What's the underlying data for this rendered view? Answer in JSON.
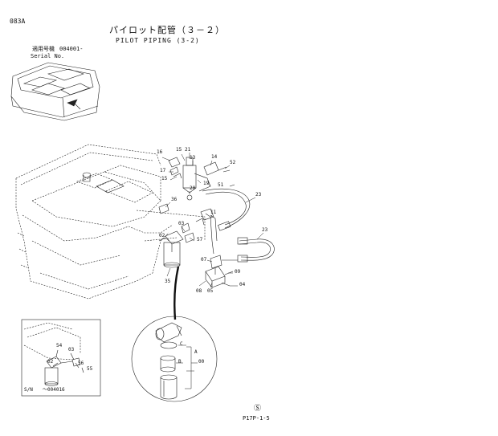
{
  "header": {
    "code": "083A",
    "title_jp": "パイロット配管（３－２）",
    "title_en": "PILOT PIPING (3-2)",
    "serial_label_jp": "適用号機",
    "serial_value": "004001-",
    "serial_label_en": "Serial No."
  },
  "callouts": {
    "c16": "16",
    "c15a": "15",
    "c21": "21",
    "c13": "13",
    "c14": "14",
    "c17": "17",
    "c15b": "15",
    "c52": "52",
    "c51": "51",
    "c19": "19",
    "c20": "20",
    "c23a": "23",
    "c36": "36",
    "c11": "11",
    "c03": "03",
    "c02": "02",
    "c57": "57",
    "c23b": "23",
    "c07": "07",
    "c09": "09",
    "c04": "04",
    "c35": "35",
    "c08": "08",
    "c05": "05",
    "cC": "C",
    "cA": "A",
    "cB": "B",
    "c00": "00",
    "inset54": "54",
    "inset03": "03",
    "inset02": "02",
    "inset56": "56",
    "inset55": "55"
  },
  "inset": {
    "serial_label": "S/N",
    "serial_value": "～004016"
  },
  "footer": {
    "mark": "Ⓢ",
    "page_ref": "P17P-1-5"
  }
}
